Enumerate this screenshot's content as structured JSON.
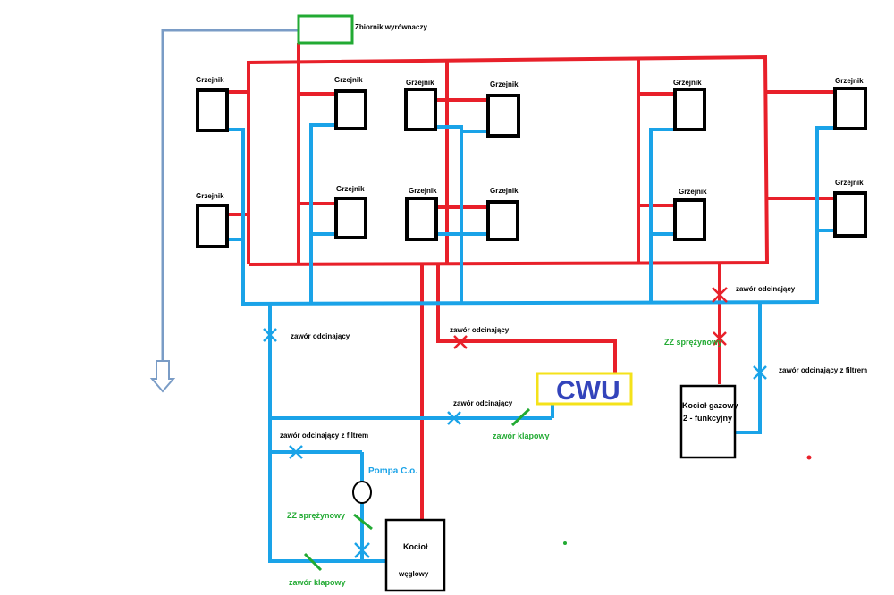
{
  "colors": {
    "supply": "#e8202a",
    "return": "#1aa3e8",
    "expansion": "#7a9cc6",
    "valve_green": "#22aa33",
    "cwu_text": "#3344bb",
    "cwu_border": "#f4e21a",
    "tank_border": "#22aa33"
  },
  "labels": {
    "tank": "Zbiornik wyrównaczy",
    "radiator": "Grzejnik",
    "valve": "zawór odcinający",
    "valve_filter": "zawór odcinający z filtrem",
    "check_valve": "zawór klapowy",
    "spring_check": "ZZ sprężynowy",
    "pump": "Pompa C.o.",
    "cwu": "CWU",
    "gas_boiler_line1": "Kocioł gazowy",
    "gas_boiler_line2": "2 - funkcyjny",
    "coal_boiler_line1": "Kocioł",
    "coal_boiler_line2": "węglowy"
  }
}
